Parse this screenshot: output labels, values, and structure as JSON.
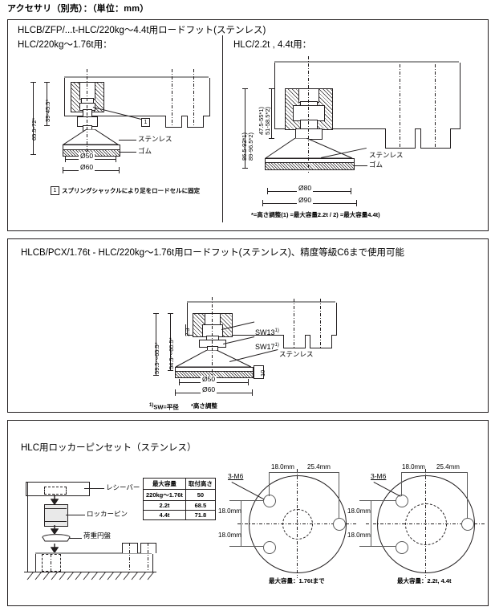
{
  "page": {
    "title": "アクセサリ（別売）：（単位：mm）"
  },
  "section1": {
    "heading": "HLCB/ZFP/...t-HLC/220kg～4.4t用ロードフット(ステンレス)",
    "left": {
      "subheading": "HLC/220kg～1.76t用：",
      "dims": {
        "outer_height": "65.5-72*",
        "inner_height": "39-45.5*",
        "dia_inner": "Ø50",
        "dia_outer": "Ø60"
      },
      "callouts": {
        "stainless": "ステンレス",
        "rubber": "ゴム",
        "ref_mark": "1"
      },
      "footnote": "スプリングシャックルにより足をロードセルに固定",
      "footnote_mark": "1"
    },
    "right": {
      "subheading": "HLC/2.2t , 4.4t用：",
      "dims": {
        "outer_height_1": "86.5-93*1)",
        "outer_height_2": "89-96.5*2)",
        "inner_height_1": "47.5-55*1)",
        "inner_height_2": "51-58.5*2)",
        "dia_inner": "Ø80",
        "dia_outer": "Ø90"
      },
      "callouts": {
        "stainless": "ステンレス",
        "rubber": "ゴム"
      },
      "footnote": "*=高さ調整(1) =最大容量2.2t / 2) =最大容量4.4t)"
    }
  },
  "section2": {
    "heading": "HLCB/PCX/1.76t - HLC/220kg～1.76t用ロードフット(ステンレス)、精度等級C6まで使用可能",
    "dims": {
      "outer_height": "59.5～65.5*",
      "inner_height": "54.5～60.5*",
      "gap": "2.3",
      "pad_thickness": "10",
      "dia_inner": "Ø50",
      "dia_outer": "Ø60"
    },
    "callouts": {
      "sw13": "SW13",
      "sw13_sup": "1)",
      "sw17": "SW17",
      "sw17_sup": "1)",
      "stainless": "ステンレス"
    },
    "footnote_sup": "1)",
    "footnote": "SW=平径",
    "footnote2": "*高さ調整"
  },
  "section3": {
    "heading": "HLC用ロッカーピンセット（ステンレス）",
    "assembly_labels": {
      "receiver": "レシーバー",
      "rocker_pin": "ロッカーピン",
      "load_disc": "荷重円盤"
    },
    "table": {
      "headers": [
        "最大容量",
        "取付高さ"
      ],
      "rows": [
        [
          "220kg～1.76t",
          "50"
        ],
        [
          "2.2t",
          "68.5"
        ],
        [
          "4.4t",
          "71.8"
        ]
      ]
    },
    "flange_left": {
      "bolt_label": "3-M6",
      "dim_top_left": "18.0mm",
      "dim_top_right": "25.4mm",
      "dim_side_top": "18.0mm",
      "dim_side_bottom": "18.0mm",
      "caption": "最大容量：1.76tまで"
    },
    "flange_right": {
      "bolt_label": "3-M6",
      "dim_top_left": "18.0mm",
      "dim_top_right": "25.4mm",
      "dim_side_top": "18.0mm",
      "dim_side_bottom": "18.0mm",
      "caption": "最大容量：2.2t, 4.4t"
    }
  },
  "colors": {
    "ink": "#231f20",
    "gray": "#9a9a9a"
  }
}
